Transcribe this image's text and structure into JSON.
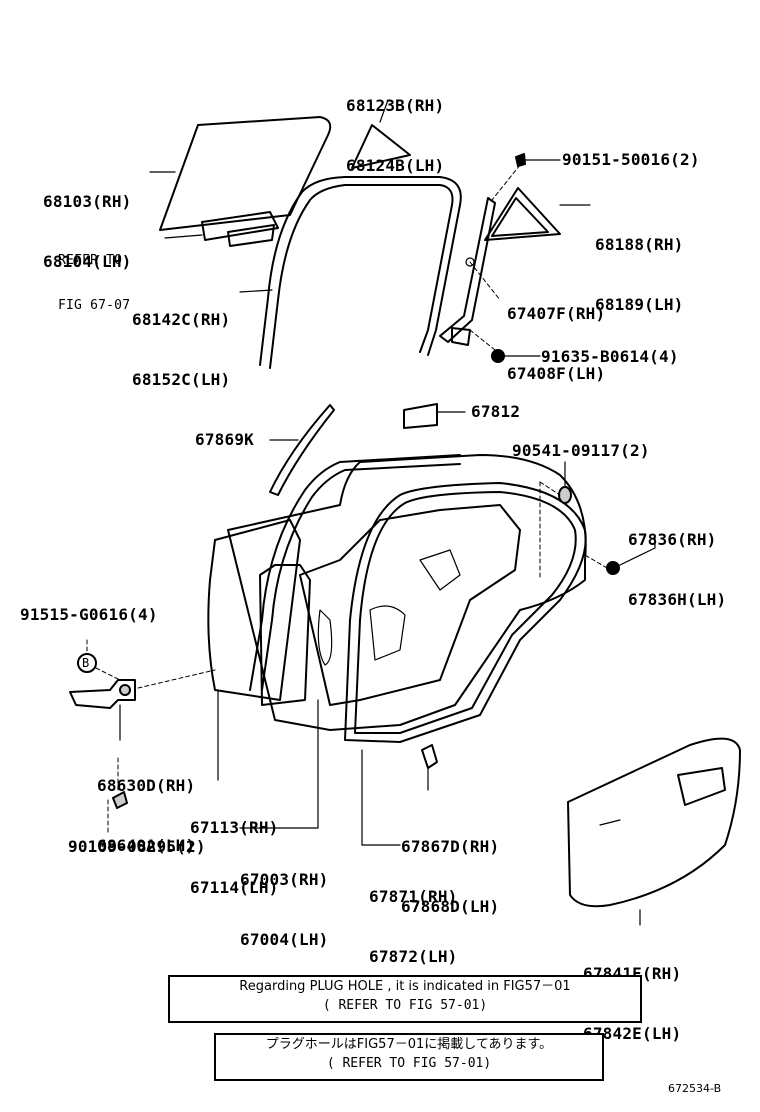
{
  "parts": {
    "p68123": [
      "68123B(RH)",
      "68124B(LH)"
    ],
    "p68103": [
      "68103(RH)",
      "68104(LH)"
    ],
    "refer": [
      "REFER TO",
      "FIG 67-07"
    ],
    "p68142": [
      "68142C(RH)",
      "68152C(LH)"
    ],
    "p90151": "90151-50016(2)",
    "p68188": [
      "68188(RH)",
      "68189(LH)"
    ],
    "p67407": [
      "67407F(RH)",
      "67408F(LH)"
    ],
    "p91635": "91635-B0614(4)",
    "p67812": "67812",
    "p67869": "67869K",
    "p90541": "90541-09117(2)",
    "p67836": [
      "67836(RH)",
      "67836H(LH)"
    ],
    "p91515": "91515-G0616(4)",
    "markB": "B",
    "p68630": [
      "68630D(RH)",
      "68640A(LH)"
    ],
    "p67113": [
      "67113(RH)",
      "67114(LH)"
    ],
    "p67867": [
      "67867D(RH)",
      "67868D(LH)"
    ],
    "p90109": "90109-08295(2)",
    "p67003": [
      "67003(RH)",
      "67004(LH)"
    ],
    "p67871": [
      "67871(RH)",
      "67872(LH)"
    ],
    "p67841": [
      "67841E(RH)",
      "67842E(LH)"
    ]
  },
  "notes": {
    "en_line1": "Regarding PLUG HOLE , it is indicated in FIG57－01",
    "en_line2": "( REFER TO FIG 57-01)",
    "jp_line1": "プラグホールはFIG57－01に掲載してあります。",
    "jp_line2": "( REFER TO FIG 57-01)"
  },
  "figure_id": "672534-B"
}
